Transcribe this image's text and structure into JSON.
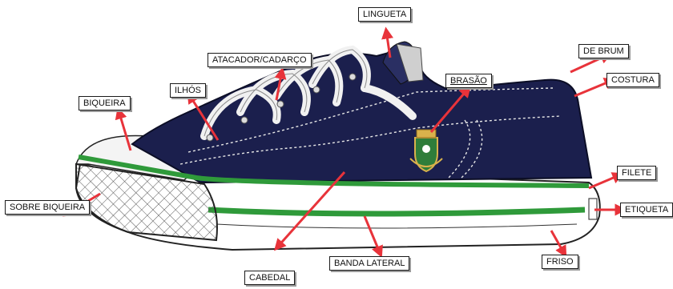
{
  "labels": {
    "lingueta": "LINGUETA",
    "atacador": "ATACADOR/CADARÇO",
    "ilhos": "ILHÓS",
    "biqueira": "BIQUEIRA",
    "brasao": "BRASÃO",
    "de_brum": "DE BRUM",
    "costura": "COSTURA",
    "filete": "FILETE",
    "etiqueta": "ETIQUETA",
    "sobre_biqueira": "SOBRE BIQUEIRA",
    "cabedal": "CABEDAL",
    "banda_lateral": "BANDA LATERAL",
    "friso": "FRISO"
  },
  "colors": {
    "upper": "#1b1f4d",
    "lace": "#eeeeee",
    "stripe": "#2f9a3a",
    "sole": "#ffffff",
    "arrow": "#e8333a"
  }
}
